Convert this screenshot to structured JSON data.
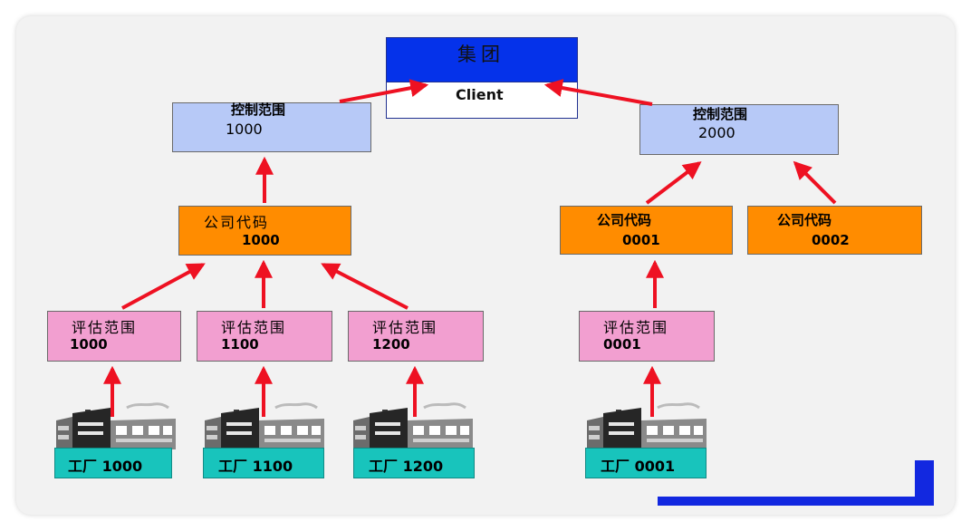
{
  "client": {
    "title": "集团",
    "label": "Client"
  },
  "controlling_areas": [
    {
      "title": "控制范围",
      "code": "1000"
    },
    {
      "title": "控制范围",
      "code": "2000"
    }
  ],
  "company_codes": [
    {
      "title": "公司代码",
      "code": "1000"
    },
    {
      "title": "公司代码",
      "code": "0001"
    },
    {
      "title": "公司代码",
      "code": "0002"
    }
  ],
  "valuation_areas": [
    {
      "title": "评估范围",
      "code": "1000"
    },
    {
      "title": "评估范围",
      "code": "1100"
    },
    {
      "title": "评估范围",
      "code": "1200"
    },
    {
      "title": "评估范围",
      "code": "0001"
    }
  ],
  "plants": [
    {
      "label": "工厂 1000"
    },
    {
      "label": "工厂 1100"
    },
    {
      "label": "工厂 1200"
    },
    {
      "label": "工厂 0001"
    }
  ],
  "colors": {
    "client_header": "#0532ea",
    "controlling_area": "#b7c9f7",
    "company_code": "#ff8c00",
    "valuation_area": "#f29fd0",
    "plant": "#18c4bc",
    "arrow": "#ee1122",
    "corner_accent": "#1228e0"
  },
  "icons": {
    "factory": "factory-building-icon"
  }
}
